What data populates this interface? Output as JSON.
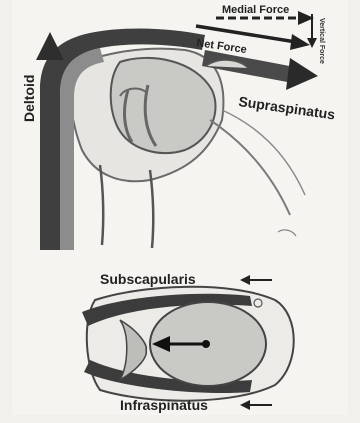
{
  "labels": {
    "medial_force": "Medial Force",
    "net_force": "Net Force",
    "vertical_force": "Vertical Force",
    "deltoid": "Deltoid",
    "supraspinatus": "Supraspinatus",
    "subscapularis": "Subscapularis",
    "infraspinatus": "Infraspinatus"
  },
  "colors": {
    "background": "#f1f0ec",
    "bone_gray": "#c9c9c6",
    "muscle_dark": "#3f3f3f",
    "outline": "#5a5a5a"
  }
}
